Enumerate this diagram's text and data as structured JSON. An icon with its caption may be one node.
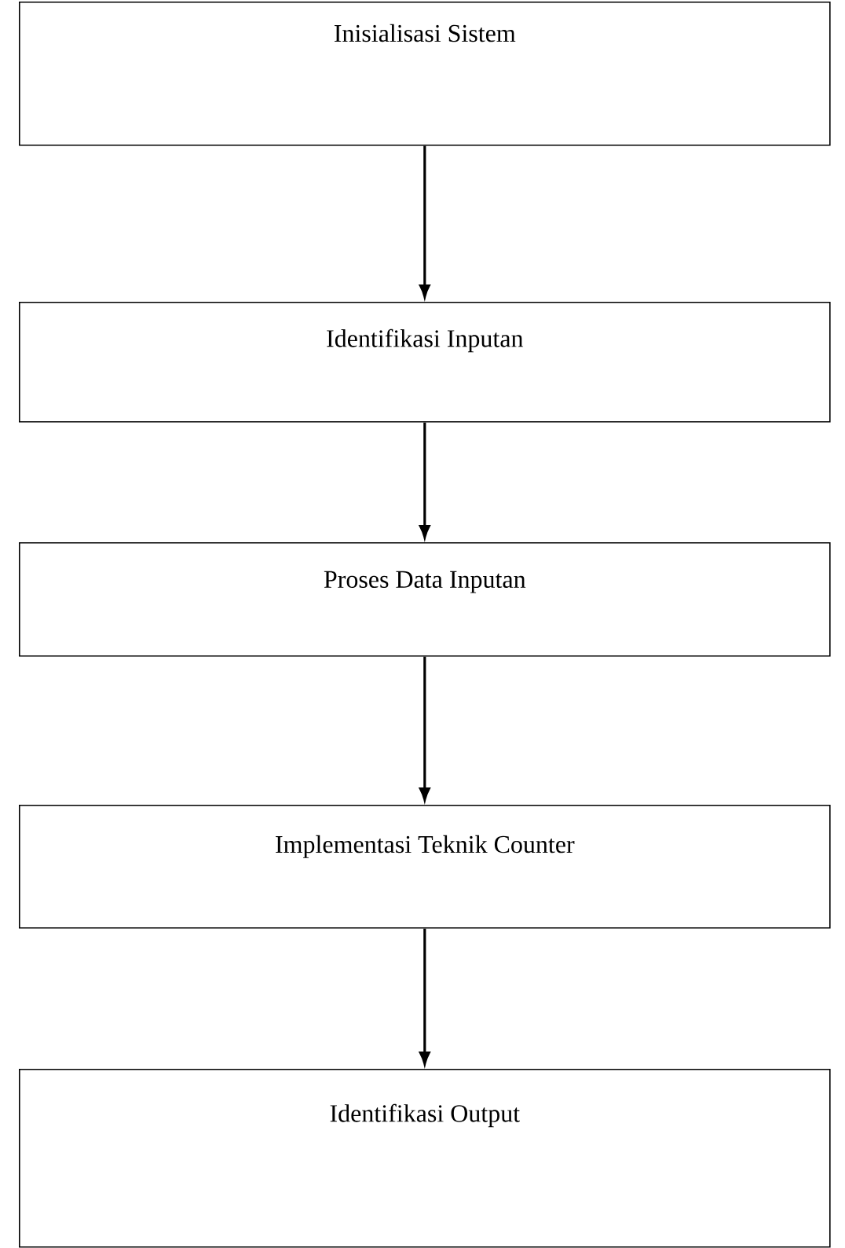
{
  "diagram": {
    "nodes": [
      {
        "text": [
          "Inisialisasi Sistem"
        ]
      },
      {
        "text": [
          "Identifikasi Inputan"
        ]
      },
      {
        "text": [
          "Proses Data Inputan"
        ]
      },
      {
        "text": [
          "Implementasi Teknik Counter"
        ]
      },
      {
        "text": [
          "Identifikasi Output"
        ]
      }
    ],
    "edges": [
      {
        "from": 0,
        "to": 1,
        "arrow": "to"
      },
      {
        "from": 1,
        "to": 2,
        "arrow": "to"
      },
      {
        "from": 2,
        "to": 3,
        "arrow": "to"
      },
      {
        "from": 3,
        "to": 4,
        "arrow": "to"
      }
    ]
  }
}
